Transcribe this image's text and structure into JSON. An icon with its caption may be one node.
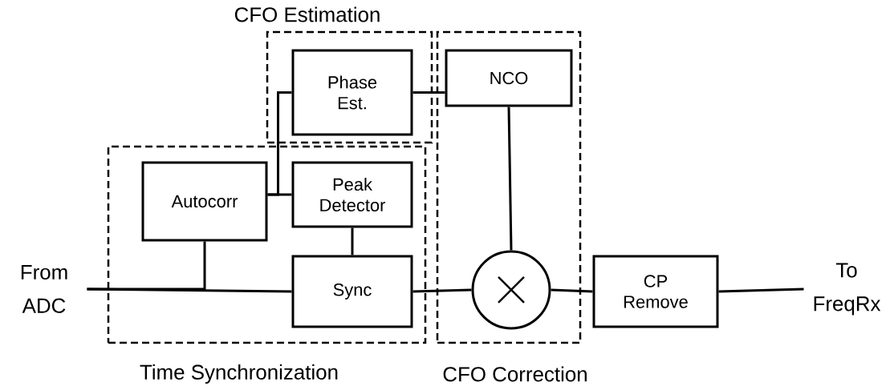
{
  "diagram": {
    "nodes": [
      {
        "text": [
          "CFO Estimation"
        ]
      },
      {
        "text": [
          "Phase Est."
        ],
        "in": 0
      },
      {
        "text": [
          "CFO Correction"
        ]
      },
      {
        "text": [
          "NCO"
        ],
        "in": 2
      },
      {
        "text": [
          "Time Synchronization"
        ]
      },
      {
        "text": [
          "Autocorr"
        ],
        "in": 4
      },
      {
        "text": [
          "Peak Detector"
        ],
        "in": 4
      },
      {
        "text": [
          "From ADC"
        ]
      },
      {
        "text": [
          "Sync"
        ],
        "in": 4
      },
      {
        "text": [],
        "shape": "circle",
        "in": 2
      },
      {
        "text": [
          "CP Remove"
        ]
      },
      {
        "text": [
          "To FreqRx"
        ]
      }
    ],
    "edges": [
      {
        "from": 7,
        "to": 8,
        "arrow": "none"
      },
      {
        "from": 7,
        "to": 5,
        "arrow": "none"
      },
      {
        "from": 5,
        "to": 6,
        "arrow": "none"
      },
      {
        "from": 5,
        "to": 1,
        "arrow": "none"
      },
      {
        "from": 6,
        "to": 8,
        "arrow": "none"
      },
      {
        "from": 1,
        "to": 3,
        "arrow": "none"
      },
      {
        "from": 3,
        "to": 9,
        "arrow": "none"
      },
      {
        "from": 8,
        "to": 9,
        "arrow": "none"
      },
      {
        "from": 9,
        "to": 10,
        "arrow": "none"
      },
      {
        "from": 10,
        "to": 11,
        "arrow": "none"
      }
    ]
  }
}
